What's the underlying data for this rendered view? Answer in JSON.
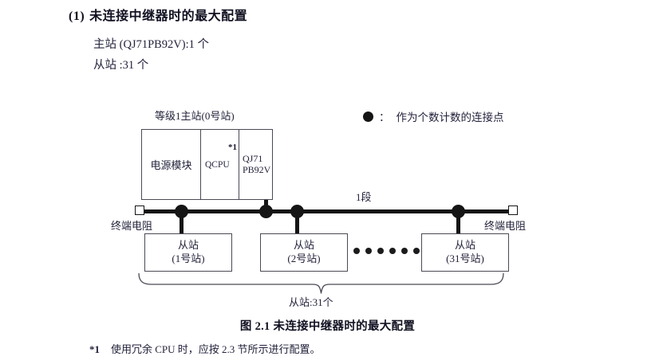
{
  "section": {
    "number": "(1)",
    "title": "未连接中继器时的最大配置",
    "specs": [
      "主站 (QJ71PB92V):1 个",
      "从站 :31 个"
    ]
  },
  "legend": {
    "dot_icon": "filled-circle-icon",
    "colon": "：",
    "text": "作为个数计数的连接点"
  },
  "diagram": {
    "master_label": "等级1主站(0号站)",
    "rack": {
      "power_module": "电源模块",
      "cpu": "QCPU",
      "cpu_footnote_mark": "*1",
      "network_line1": "QJ71",
      "network_line2": "PB92V"
    },
    "segment_label": "1段",
    "terminator_left": "终端电阻",
    "terminator_right": "终端电阻",
    "slaves": [
      {
        "name": "从站",
        "station": "(1号站)"
      },
      {
        "name": "从站",
        "station": "(2号站)"
      },
      {
        "name": "从站",
        "station": "(31号站)"
      }
    ],
    "ellipsis_dots": 6,
    "brace_label": "从站:31个"
  },
  "caption": "图 2.1  未连接中继器时的最大配置",
  "footnote": {
    "mark": "*1",
    "text": "使用冗余 CPU 时，应按 2.3 节所示进行配置。"
  },
  "colors": {
    "ink": "#151515",
    "text": "#23233c",
    "box_border": "#4a4a55",
    "background": "#ffffff"
  }
}
